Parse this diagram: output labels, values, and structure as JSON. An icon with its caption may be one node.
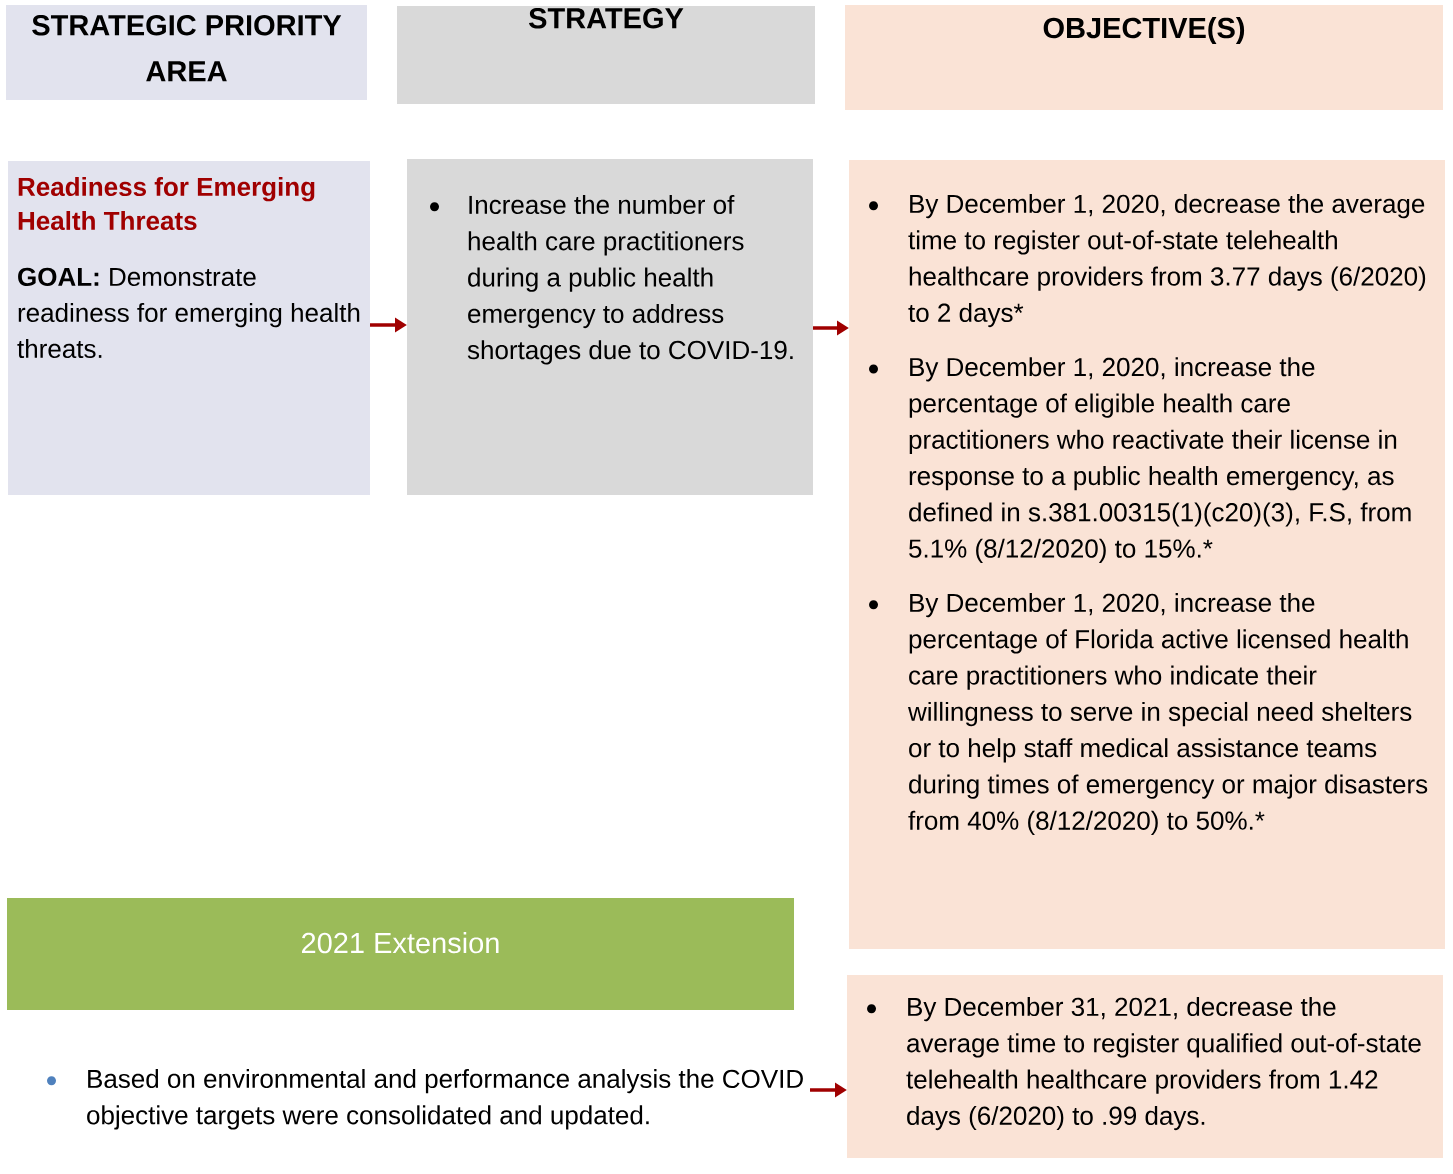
{
  "diagram": {
    "nodes": [
      {
        "text": [
          "STRATEGIC PRIORITY AREA"
        ]
      },
      {
        "text": [
          "STRATEGY"
        ]
      },
      {
        "text": [
          "OBJECTIVE(S)"
        ]
      },
      {
        "text": [
          "Readiness for Emerging Health Threats",
          "**GOAL:** Demonstrate readiness for emerging health threats."
        ]
      },
      {
        "text": [
          "Increase the number of health care practitioners during a public health emergency to address shortages due to COVID-19."
        ]
      },
      {
        "text": [
          "By December 1, 2020, decrease the average time to register out-of-state telehealth healthcare providers from 3.77 days (6/2020) to 2 days*",
          "By December 1, 2020, increase the percentage of eligible health care practitioners who reactivate their license in response to a public health emergency, as defined in s.381.00315(1)(c20)(3), F.S, from 5.1% (8/12/2020) to 15%.*",
          "By December 1, 2020, increase the percentage of Florida active licensed health care practitioners who indicate their willingness to serve in special need shelters or to help staff medical assistance teams during times of emergency or major disasters from 40% (8/12/2020) to 50%.*"
        ]
      },
      {
        "text": [
          "2021 Extension"
        ]
      },
      {
        "text": [
          "Based on environmental and performance analysis the COVID objective targets were consolidated and updated."
        ]
      },
      {
        "text": [
          "By December 31, 2021, decrease the average time to register qualified out-of-state telehealth healthcare providers from 1.42 days (6/2020) to .99 days."
        ]
      }
    ],
    "edges": [
      {
        "from": 3,
        "to": 4,
        "arrow": "to"
      },
      {
        "from": 4,
        "to": 5,
        "arrow": "to"
      },
      {
        "from": 7,
        "to": 8,
        "arrow": "to"
      }
    ]
  }
}
